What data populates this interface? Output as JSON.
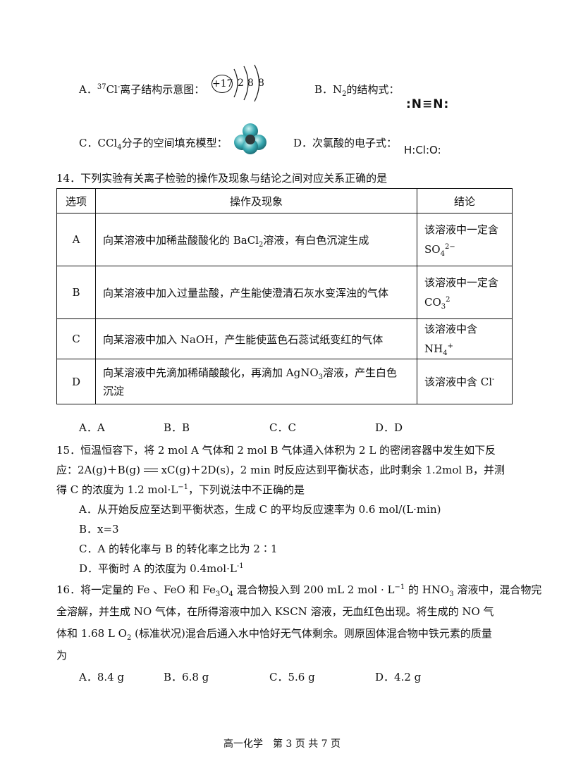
{
  "q13": {
    "a_label": "A．",
    "a_sup": "37",
    "a_text": "Cl",
    "a_charge": "-",
    "a_desc": "离子结构示意图：",
    "nucleus": "+17",
    "shells": [
      "2",
      "8",
      "8"
    ],
    "b_label": "B．N",
    "b_sub": "2",
    "b_text": "的结构式：",
    "b_formula": ":N≡N:",
    "c_label": "C．CCl",
    "c_sub": "4",
    "c_text": "分子的空间填充模型：",
    "d_label": "D．次氯酸的电子式：",
    "d_formula": "H:Cl:O:"
  },
  "q14": {
    "stem": "14．下列实验有关离子检验的操作及现象与结论之间对应关系正确的是",
    "headers": [
      "选项",
      "操作及现象",
      "结论"
    ],
    "rows": [
      {
        "opt": "A",
        "op_a": "向某溶液中加稀盐酸酸化的 BaCl",
        "op_sub": "2",
        "op_b": "溶液，有白色沉淀生成",
        "con_a": "该溶液中一定含",
        "con_ion": "SO",
        "con_ion_sub": "4",
        "con_ion_sup": "2−"
      },
      {
        "opt": "B",
        "op_a": "向某溶液中加入过量盐酸，产生能使澄清石灰水变浑浊的气体",
        "con_a": "该溶液中一定含",
        "con_ion": "CO",
        "con_ion_sub": "3",
        "con_ion_sup": "2"
      },
      {
        "opt": "C",
        "op_a": "向某溶液中加入 NaOH，产生能使蓝色石蕊试纸变红的气体",
        "con_a": "该溶液中含 NH",
        "con_ion_sub": "4",
        "con_ion_sup": "+"
      },
      {
        "opt": "D",
        "op_a": "向某溶液中先滴加稀硝酸酸化，再滴加 AgNO",
        "op_sub": "3",
        "op_b": "溶液，产生白色",
        "op_c": "沉淀",
        "con_a": "该溶液中含 Cl",
        "con_ion_sup": "-"
      }
    ],
    "choices": [
      "A．A",
      "B．B",
      "C．C",
      "D．D"
    ]
  },
  "q15": {
    "line1": "15．恒温恒容下，将 2 mol A 气体和 2 mol B 气体通入体积为 2 L 的密闭容器中发生如下反",
    "line2a": "应：2A(g)＋B(g)",
    "line2b": "xC(g)＋2D(s)，2 min 时反应达到平衡状态，此时剩余 1.2mol B，并测",
    "line3a": "得 C 的浓度为 1.2 mol·L",
    "line3sup": "−1",
    "line3b": "，下列说法中不正确的是",
    "opt_a": "A．从开始反应至达到平衡状态，生成 C 的平均反应速率为 0.6 mol/(L·min)",
    "opt_b": "B．x=3",
    "opt_c": "C．A 的转化率与 B 的转化率之比为 2∶1",
    "opt_d_a": "D．平衡时 A 的浓度为 0.4mol·L",
    "opt_d_sup": "-1"
  },
  "q16": {
    "line1a": "16．将一定量的 Fe 、FeO 和 Fe",
    "line1sub1": "3",
    "line1b": "O",
    "line1sub2": "4",
    "line1c": " 混合物投入到 200 mL 2 mol · L",
    "line1sup": "−1",
    "line1d": " 的 HNO",
    "line1sub3": "3",
    "line1e": " 溶液中，混合物完",
    "line2": "全溶解，并生成 NO 气体，在所得溶液中加入 KSCN 溶液，无血红色出现。将生成的 NO 气",
    "line3a": "体和 1.68 L O",
    "line3sub": "2",
    "line3b": " (标准状况)混合后通入水中恰好无气体剩余。则原固体混合物中铁元素的质量",
    "line4": "为",
    "choices": [
      "A．8.4 g",
      "B．6.8 g",
      "C．5.6 g",
      "D．4.2 g"
    ]
  },
  "footer": "高一化学　第 3 页 共 7 页"
}
